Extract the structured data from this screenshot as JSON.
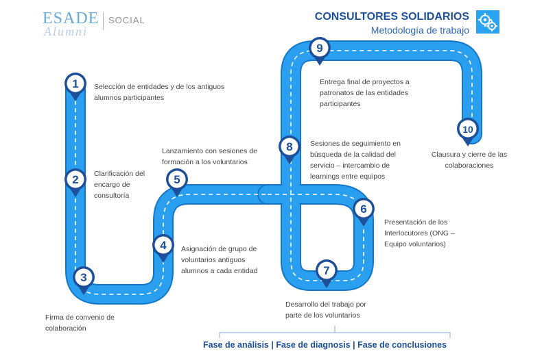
{
  "brand": {
    "esade": "ESADE",
    "alumni": "Alumni",
    "social": "SOCIAL"
  },
  "header": {
    "title": "CONSULTORES SOLIDARIOS",
    "subtitle": "Metodología de trabajo",
    "icon": "gears-icon"
  },
  "colors": {
    "road": "#2a9ff0",
    "marker": "#1d4f9a",
    "dash": "#ffffff",
    "text": "#444444",
    "title": "#1d4f9a"
  },
  "steps": [
    {
      "number": "1",
      "text": "Selección de entidades y de los antiguos alumnos participantes"
    },
    {
      "number": "2",
      "text": "Clarificación del encargo de consultoría"
    },
    {
      "number": "3",
      "text": "Firma de convenio de colaboración"
    },
    {
      "number": "4",
      "text": "Asignación de grupo de voluntarios antiguos alumnos a cada entidad"
    },
    {
      "number": "5",
      "text": "Lanzamiento con sesiones de formación a los voluntarios"
    },
    {
      "number": "6",
      "text": "Presentación de los Interlocutores (ONG – Equipo voluntarios)"
    },
    {
      "number": "7",
      "text": "Desarrollo del trabajo por parte de los voluntarios"
    },
    {
      "number": "8",
      "text": "Sesiones de seguimiento en búsqueda de la calidad del servicio – intercambio de learnings entre equipos"
    },
    {
      "number": "9",
      "text": "Entrega final de proyectos a patronatos de las entidades participantes"
    },
    {
      "number": "10",
      "text": "Clausura y cierre de las colaboraciones"
    }
  ],
  "footer": {
    "phases": "Fase de análisis | Fase de diagnosis | Fase de conclusiones"
  }
}
